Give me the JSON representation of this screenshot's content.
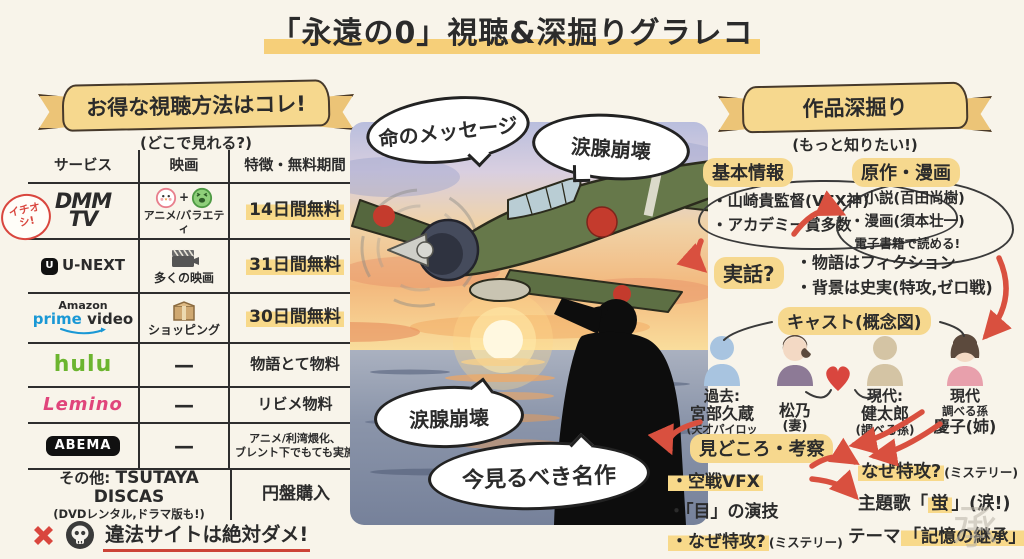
{
  "title": {
    "text": "「永遠の0」視聴&深掘りグラレコ"
  },
  "colors": {
    "background": "#f8f4ea",
    "accent_red": "#d9503f",
    "highlight_yellow": "#f6d88e",
    "ink": "#2b2b2b",
    "hulu_green": "#6cb52f",
    "prime_blue": "#1a98d5",
    "lemino_magenta": "#e0457b",
    "abema_black": "#111111"
  },
  "watch": {
    "banner": "お得な視聴方法はコレ!",
    "banner_sub": "(どこで見れる?)",
    "badge": "イチオシ!",
    "headers": [
      "サービス",
      "映画",
      "特徴・無料期間"
    ],
    "rows": [
      {
        "logo_top": "DMM",
        "logo_bottom": "TV",
        "plus": "+",
        "movie": "アニメ/バラエティ",
        "note": "14日間無料"
      },
      {
        "mark": "U",
        "logo": "U-NEXT",
        "movie": "多くの映画",
        "note": "31日間無料"
      },
      {
        "logo_top": "Amazon",
        "logo_prime": "prime",
        "logo_video": "video",
        "movie": "ショッピング",
        "note": "30日間無料"
      },
      {
        "logo": "hulu",
        "movie": "—",
        "note": "物語とて物料"
      },
      {
        "logo": "Lemino",
        "movie": "—",
        "note": "リビメ物料"
      },
      {
        "logo": "ABEMA",
        "movie": "—",
        "note": "アニメ/利湾煨化、",
        "note2": "ブレント下でもても実施"
      }
    ],
    "other_prefix": "その他:",
    "other_name": "TSUTAYA DISCAS",
    "other_sub": "(DVDレンタル,ドラマ版も!)",
    "other_note": "円盤購入",
    "warning": "違法サイトは絶対ダメ!"
  },
  "scene": {
    "bubbles": {
      "top_left": "命のメッセージ",
      "top_right": "涙腺崩壊",
      "bottom_left": "涙腺崩壊",
      "bottom_center": "今見るべき名作"
    }
  },
  "deep": {
    "banner": "作品深掘り",
    "banner_sub": "(もっと知りたい!)",
    "basic": {
      "label": "基本情報",
      "items": [
        "・山崎貴監督(VFX神)",
        "・アカデミー賞多数"
      ]
    },
    "original": {
      "label": "原作・漫画",
      "items": [
        "・小説(百田尚樹)",
        "・漫画(須本壮一)"
      ],
      "note": "電子書籍で読める!"
    },
    "truth": {
      "label": "実話?",
      "items": [
        "・物語はフィクション",
        "・背景は史実(特攻,ゼロ戦)"
      ]
    },
    "cast": {
      "label": "キャスト(概念図)",
      "p1": [
        "過去:",
        "宮部久蔵",
        "(天才パイロット)"
      ],
      "p2": [
        "松乃",
        "(妻)"
      ],
      "p3": [
        "現代:",
        "健太郎",
        "(調べる孫)"
      ],
      "p4": [
        "現代",
        "調べる孫",
        "慶子(姉)"
      ]
    },
    "insights": {
      "label": "見どころ・考察",
      "i1": "・空戦VFX",
      "i2": "・「目」の演技",
      "i3": "・なぜ特攻?",
      "i3_sub": "(ミステリー)"
    },
    "themes": {
      "t1": "なぜ特攻?",
      "t1_sub": "(ミステリー)",
      "t2_pre": "主題歌「",
      "t2_hl": "蛍",
      "t2_post": "」(涙!)",
      "t3_pre": "テーマ",
      "t3_hl": "「記憶の継承」"
    },
    "watermark": "承"
  }
}
